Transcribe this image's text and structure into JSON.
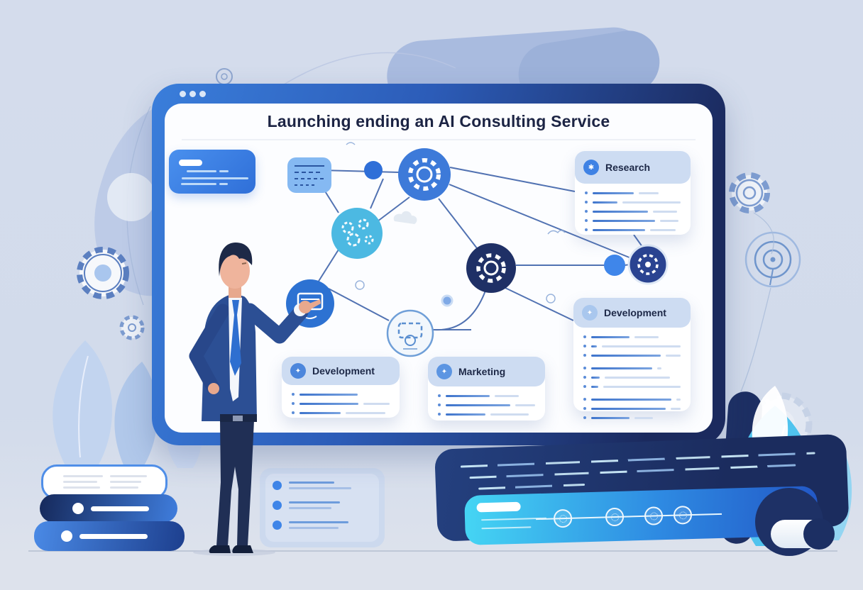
{
  "palette": {
    "background": "#d4dcec",
    "monitor_frame_blue": "#3a7edb",
    "monitor_frame_navy": "#1b2a5e",
    "screen": "#fcfdff",
    "accent_blue": "#3f82e4",
    "cyan": "#45d6f4",
    "navy_node": "#1f3066",
    "teal_node": "#4cb9e2",
    "connector": "#3f63aa",
    "title_color": "#1c2444",
    "card_header": "#cddcf2"
  },
  "screen": {
    "title": "Launching ending an AI Consulting Service",
    "window_dots": 3,
    "cards": {
      "research": {
        "label": "Research",
        "icon": "sparkle-icon",
        "rows": [
          [
            58,
            28
          ],
          [
            40,
            92
          ],
          [
            78,
            34
          ],
          [
            88,
            26
          ],
          [
            74,
            36
          ]
        ],
        "gaps": []
      },
      "development_right": {
        "label": "Development",
        "icon": "gear-icon",
        "rows": [
          [
            54,
            34
          ],
          [
            8,
            118
          ],
          [
            100,
            22
          ],
          [
            86,
            6
          ],
          [
            12,
            92
          ],
          [
            10,
            110
          ],
          [
            114,
            6
          ],
          [
            108,
            14
          ],
          [
            54,
            26
          ]
        ],
        "gaps": [
          3,
          6
        ]
      },
      "development_bottom": {
        "label": "Development",
        "icon": "chip-icon",
        "rows": [
          [
            82,
            0
          ],
          [
            88,
            40
          ],
          [
            58,
            56
          ]
        ],
        "gaps": []
      },
      "marketing": {
        "label": "Marketing",
        "icon": "globe-icon",
        "rows": [
          [
            62,
            34
          ],
          [
            96,
            30
          ],
          [
            56,
            54
          ]
        ],
        "gaps": []
      }
    },
    "nodes": [
      {
        "name": "calendar-node"
      },
      {
        "name": "dot-node"
      },
      {
        "name": "gear-node-blue"
      },
      {
        "name": "network-node-teal"
      },
      {
        "name": "gear-node-navy"
      },
      {
        "name": "dot-node-right"
      },
      {
        "name": "clock-node-navy"
      },
      {
        "name": "whiteboard-node"
      },
      {
        "name": "outline-doodle-node"
      }
    ]
  },
  "bottom": {
    "timeline_step_icons": [
      "doc-step-icon",
      "gear-step-icon",
      "flask-step-icon",
      "rocket-step-icon"
    ],
    "timeline_step_x": [
      125,
      198,
      253,
      294
    ]
  }
}
